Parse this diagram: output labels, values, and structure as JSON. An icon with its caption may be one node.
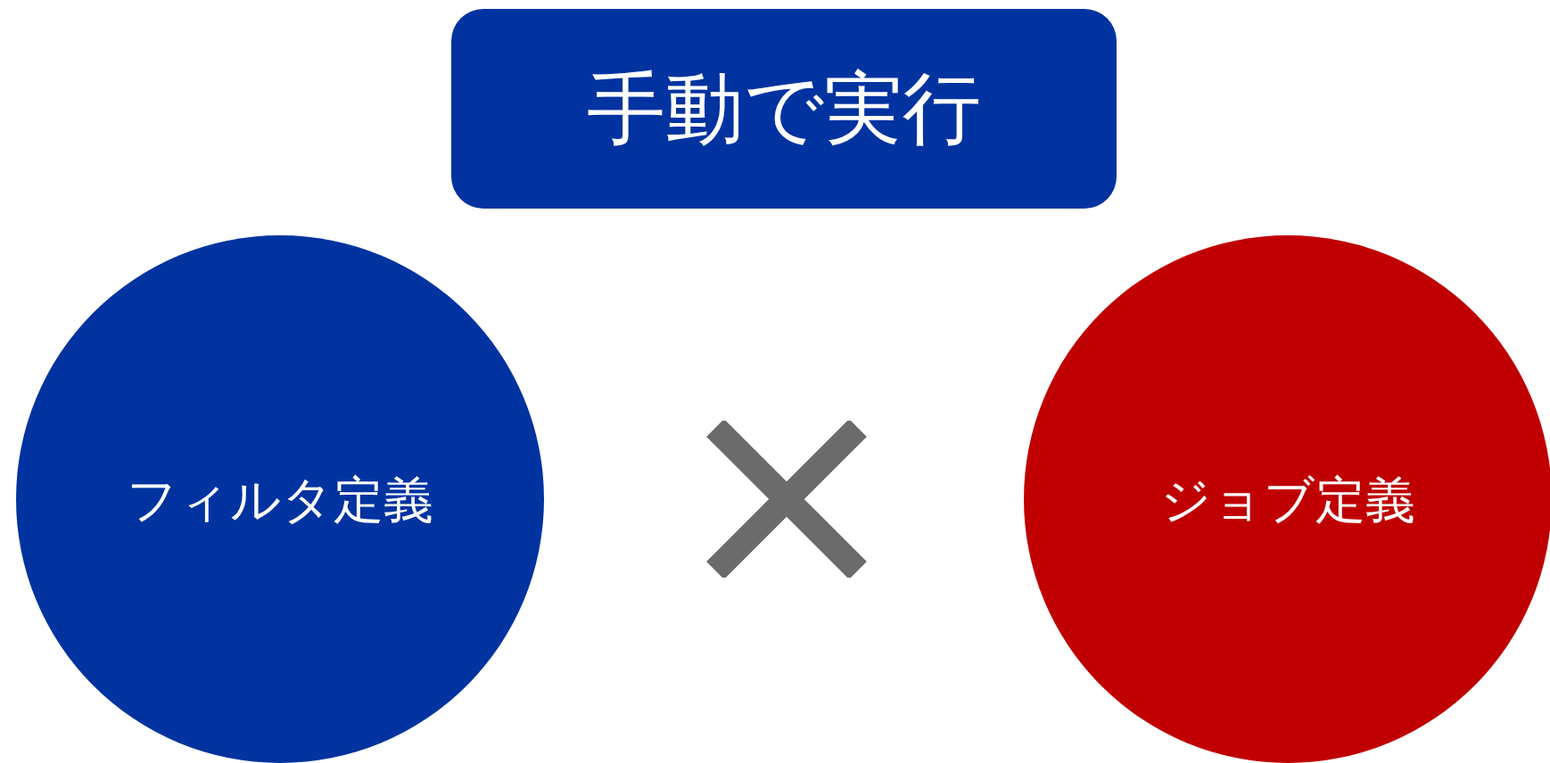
{
  "diagram": {
    "nodes": [
      {
        "text": [
          "手動で実行"
        ]
      },
      {
        "text": [
          "フィルタ定義"
        ]
      },
      {
        "text": [
          "ジョブ定義"
        ]
      }
    ]
  }
}
